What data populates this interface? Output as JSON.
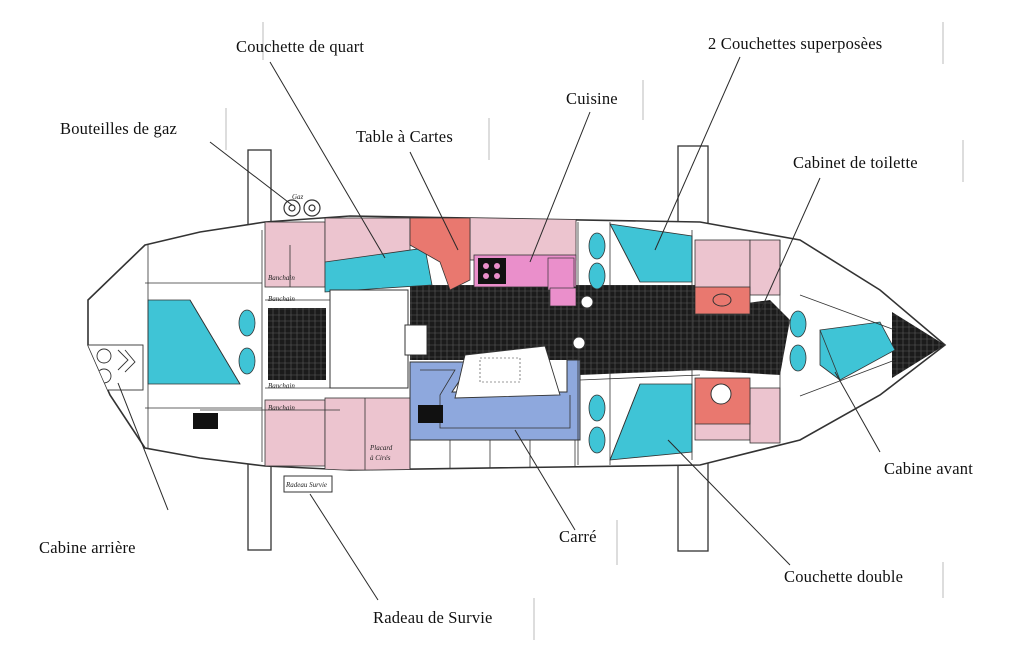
{
  "labels": {
    "couchette_quart": "Couchette de quart",
    "couchettes_superposees": "2 Couchettes superposèes",
    "bouteilles_gaz": "Bouteilles de gaz",
    "cuisine": "Cuisine",
    "table_cartes": "Table à Cartes",
    "cabinet_toilette": "Cabinet de toilette",
    "cabine_arriere": "Cabine arrière",
    "cabine_avant": "Cabine avant",
    "carre": "Carré",
    "couchette_double": "Couchette double",
    "radeau_survie": "Radeau de Survie"
  },
  "annotations": {
    "gaz": "Gaz",
    "banchain_1": "Banchain",
    "banchain_2": "Banchain",
    "banchain_3": "Banchain",
    "banchain_4": "Banchain",
    "placard": "Placard",
    "cirees": "à Cirés",
    "radeau_box": "Radeau Survie"
  },
  "colors": {
    "pink": "#ecc4cf",
    "cyan": "#3fc4d6",
    "salmon": "#e9786f",
    "magenta": "#ea8fcb",
    "blue": "#8ea8dd",
    "floor": "#1e1e1e",
    "line": "#333333"
  }
}
